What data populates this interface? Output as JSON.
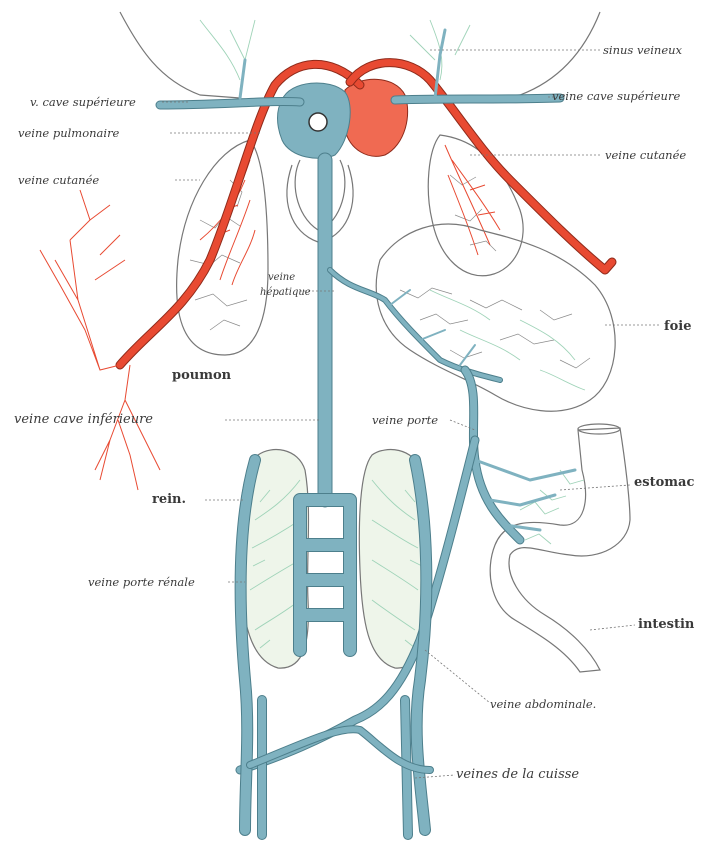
{
  "labels": {
    "sinus_veineux": "sinus veineux",
    "cave_sup_left": "v. cave supérieure",
    "cave_sup_right": "veine cave supérieure",
    "veine_pulmonaire": "veine pulmonaire",
    "veine_cutanee_left": "veine cutanée",
    "veine_cutanee_right": "veine cutanée",
    "veine_hepatique_1": "veine",
    "veine_hepatique_2": "hépatique",
    "foie": "foie",
    "poumon": "poumon",
    "veine_cave_inferieure": "veine cave inférieure",
    "veine_porte": "veine porte",
    "estomac": "estomac",
    "rein": "rein.",
    "veine_porte_renale": "veine porte rénale",
    "intestin": "intestin",
    "veine_abdominale": "veine abdominale.",
    "veines_cuisse": "veines de la cuisse"
  },
  "colors": {
    "vein": "#7fb2c0",
    "artery": "#e84a32",
    "outline": "#777777",
    "capillary": "#9fd3b8"
  }
}
